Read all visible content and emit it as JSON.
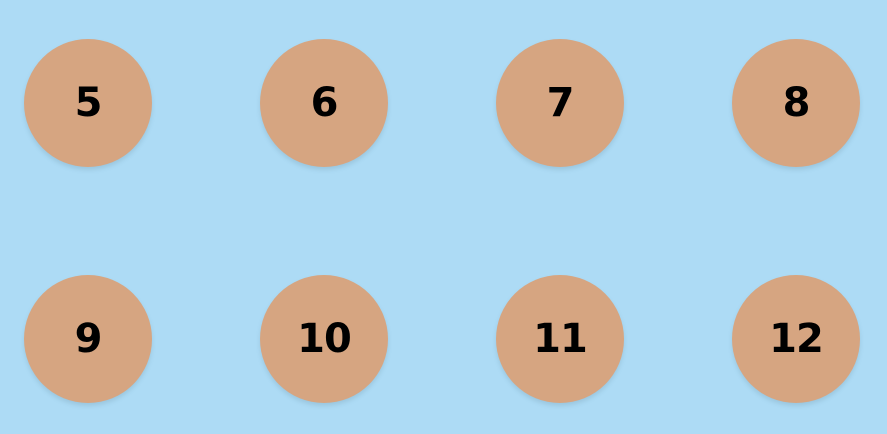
{
  "colors": {
    "background": "#addbf5",
    "tile": "#d6a581",
    "text": "#000000"
  },
  "tiles": [
    {
      "label": "5"
    },
    {
      "label": "6"
    },
    {
      "label": "7"
    },
    {
      "label": "8"
    },
    {
      "label": "9"
    },
    {
      "label": "10"
    },
    {
      "label": "11"
    },
    {
      "label": "12"
    }
  ]
}
